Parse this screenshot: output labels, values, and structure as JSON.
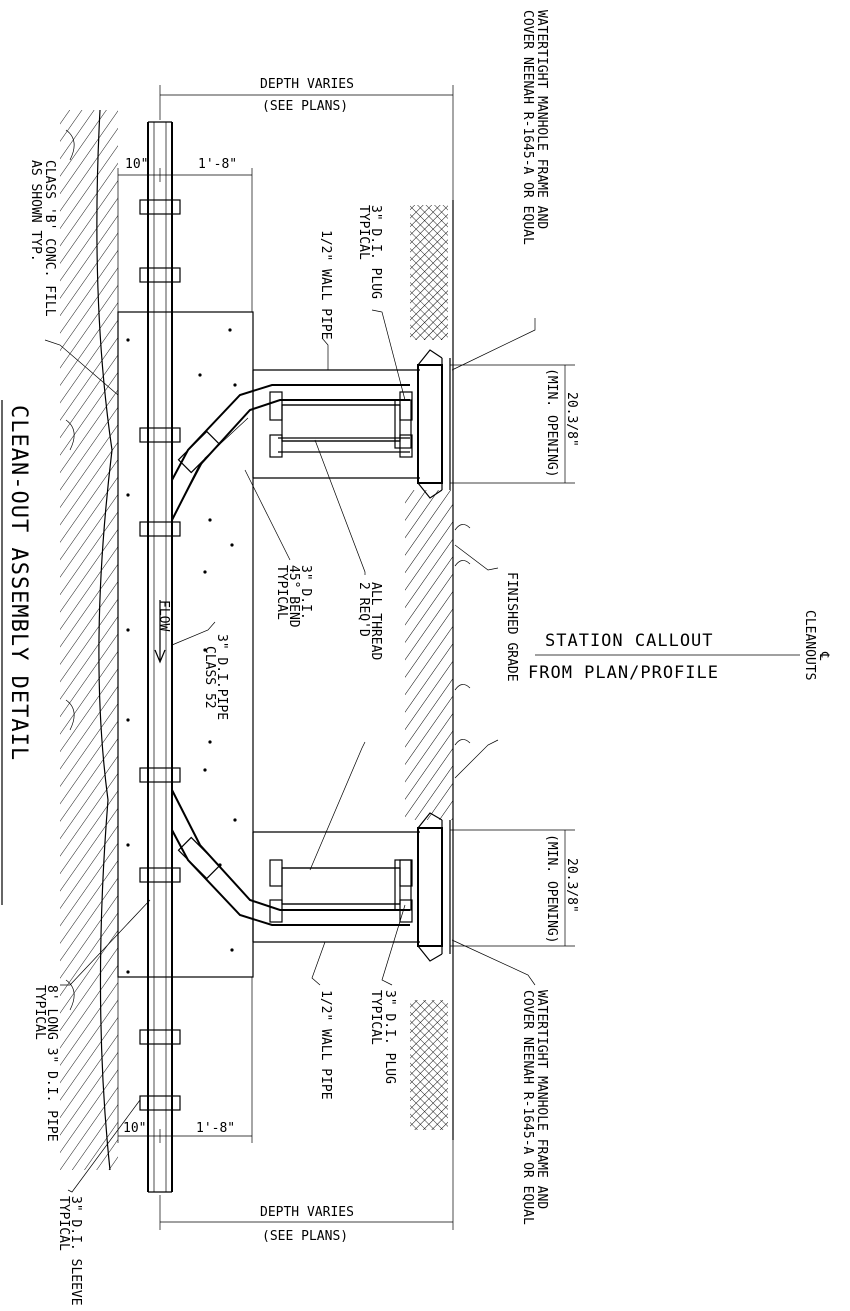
{
  "title": "CLEAN-OUT ASSEMBLY DETAIL",
  "station": {
    "marker": "℄",
    "label": "CLEANOUTS",
    "line1": "STATION CALLOUT",
    "line2": "FROM PLAN/PROFILE"
  },
  "dimensions": {
    "depth_varies": "DEPTH VARIES",
    "see_plans": "(SEE PLANS)",
    "left_offset": "10\"",
    "right_offset": "1'-8\"",
    "opening": "20.3/8\"",
    "min_opening": "(MIN. OPENING)"
  },
  "callouts": {
    "manhole_line1": "WATERTIGHT MANHOLE FRAME AND",
    "manhole_line2": "COVER NEENAH R-1645-A OR EQUAL",
    "plug_line1": "3\" D.I. PLUG",
    "plug_line2": "TYPICAL",
    "wall_pipe": "1/2\" WALL PIPE",
    "conc_line1": "CLASS 'B' CONC. FILL",
    "conc_line2": "AS SHOWN TYP.",
    "bend_line1": "3\" D.I.",
    "bend_line2": "45° BEND",
    "bend_line3": "TYPICAL",
    "thread_line1": "ALL THREAD",
    "thread_line2": "2 REQ'D",
    "finished_grade": "FINISHED GRADE",
    "flow": "FLOW",
    "dipipe_line1": "3\" D.I.PIPE",
    "dipipe_line2": "CLASS 52",
    "long_line1": "8' LONG 3\" D.I. PIPE",
    "long_line2": "TYPICAL",
    "sleeve_line1": "3\" D.I. SLEEVE",
    "sleeve_line2": "TYPICAL"
  }
}
